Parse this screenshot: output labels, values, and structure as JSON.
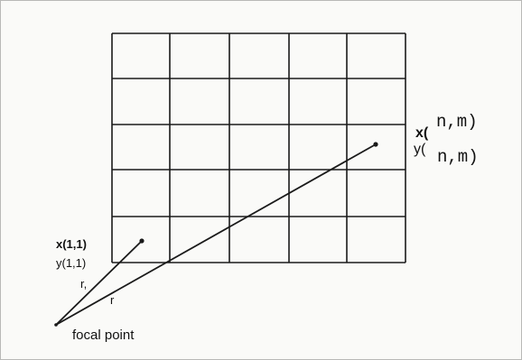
{
  "diagram": {
    "labels": {
      "top_right_x": "x(",
      "top_right_x_idx": "n,m)",
      "top_right_y": "y(",
      "top_right_y_idx": "n,m)",
      "bottom_left_x": "x(1,1)",
      "bottom_left_y": "y(1,1)",
      "r1": "r,",
      "r": "r",
      "focal_point": "focal point"
    },
    "grid": {
      "columns": 5,
      "rows": 5
    },
    "line_color": "#1a1a1a"
  }
}
